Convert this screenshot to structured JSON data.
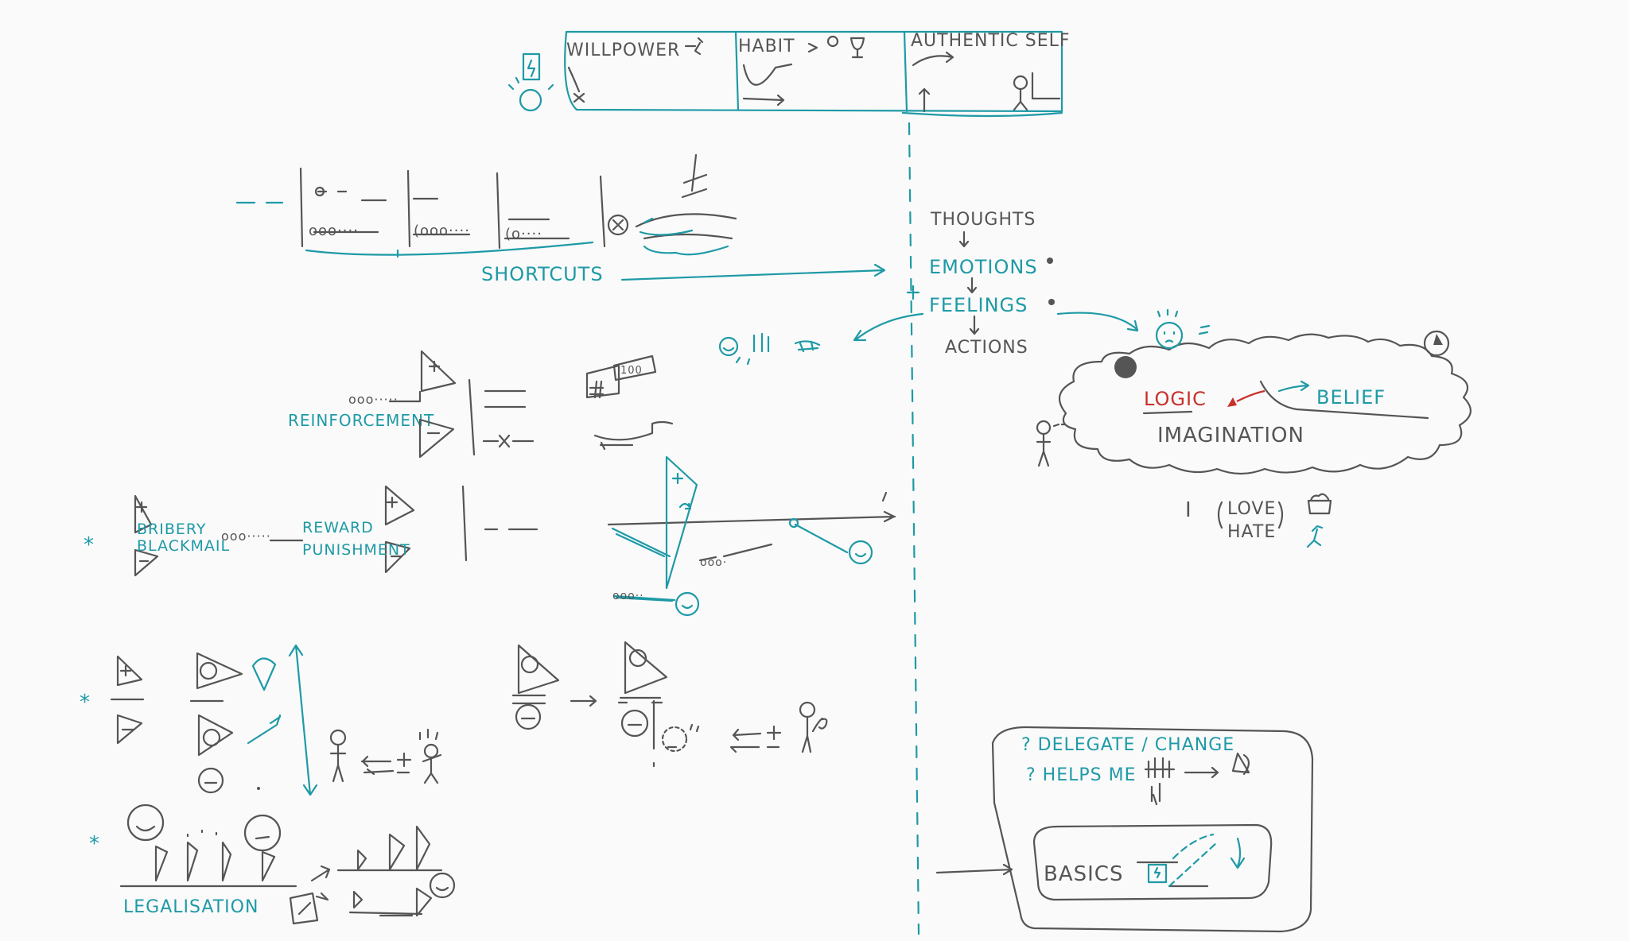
{
  "colors": {
    "ink": "#555555",
    "teal": "#1e9aa6",
    "red": "#c8302b",
    "background": "#fafafa"
  },
  "top_table": {
    "willpower": "WILLPOWER",
    "habit": "HABIT",
    "authentic_self": "AUTHENTIC SELF"
  },
  "shortcuts": "SHORTCUTS",
  "flow": {
    "thoughts": "THOUGHTS",
    "emotions": "EMOTIONS",
    "feelings": "FEELINGS",
    "actions": "ACTIONS"
  },
  "cloud": {
    "logic": "LOGIC",
    "belief": "BELIEF",
    "imagination": "IMAGINATION"
  },
  "love_hate": {
    "i": "I",
    "love": "LOVE",
    "hate": "HATE"
  },
  "reinforcement": "REINFORCEMENT",
  "bribery": "BRIBERY",
  "blackmail": "BLACKMAIL",
  "reward": "REWARD",
  "punishment": "PUNISHMENT",
  "legalisation": "LEGALISATION",
  "box": {
    "delegate": "? DELEGATE / CHANGE",
    "helps": "? HELPS ME",
    "basics": "BASICS"
  },
  "badge_100": "100",
  "bullet": "*"
}
